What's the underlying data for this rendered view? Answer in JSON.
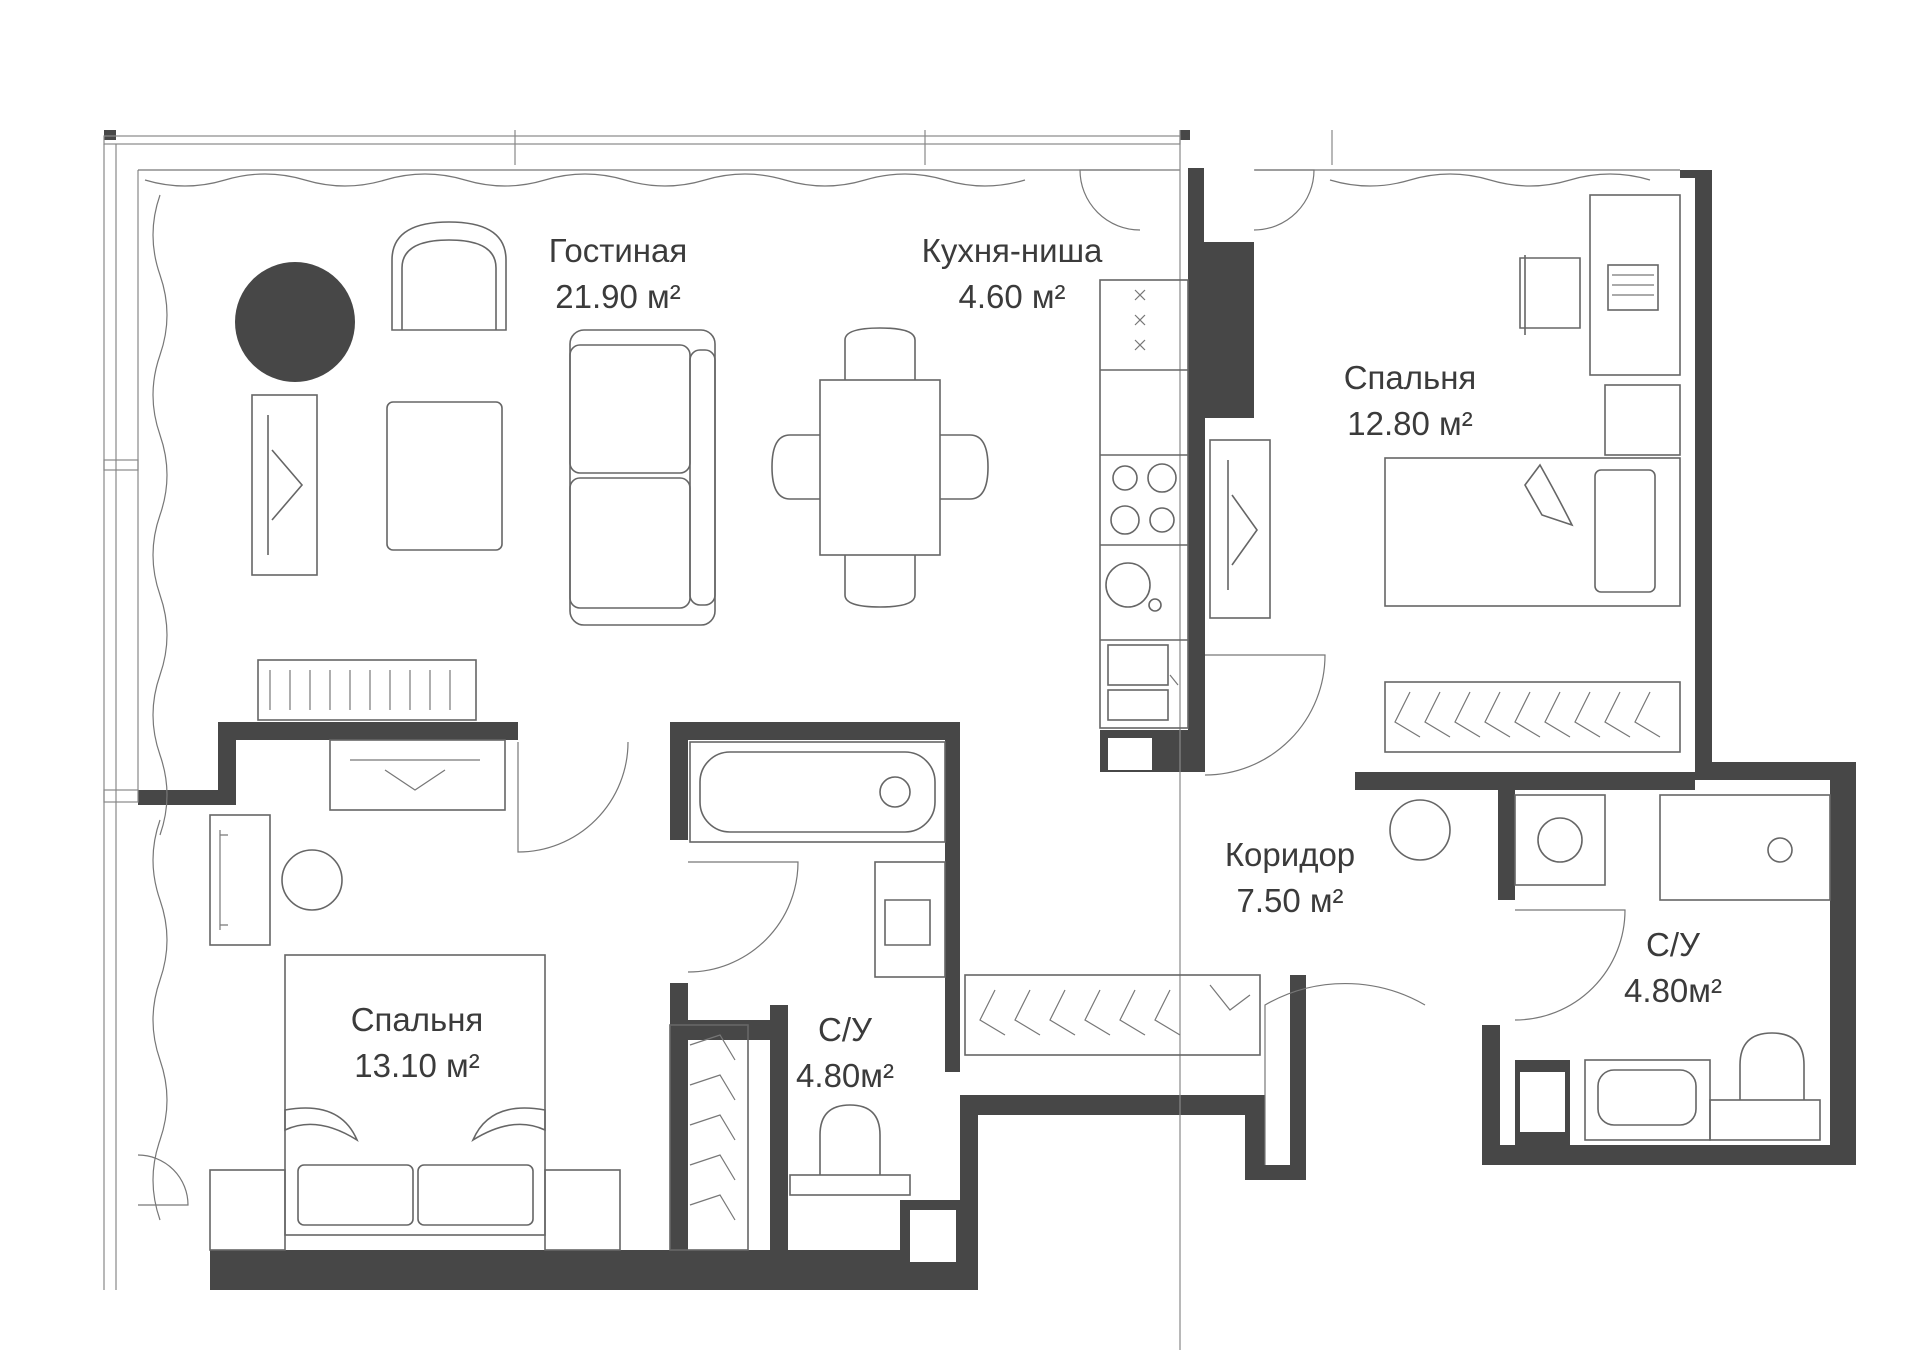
{
  "rooms": {
    "living": {
      "name": "Гостиная",
      "area": "21.90 м²"
    },
    "kitchen": {
      "name": "Кухня-ниша",
      "area": "4.60 м²"
    },
    "bedroom1": {
      "name": "Спальня",
      "area": "12.80 м²"
    },
    "bedroom2": {
      "name": "Спальня",
      "area": "13.10 м²"
    },
    "corridor": {
      "name": "Коридор",
      "area": "7.50 м²"
    },
    "bath1": {
      "name": "С/У",
      "area": "4.80м²"
    },
    "bath2": {
      "name": "С/У",
      "area": "4.80м²"
    }
  },
  "colors": {
    "wall": "#474747",
    "line": "#666666",
    "background": "#ffffff",
    "text": "#3b3b3b"
  }
}
